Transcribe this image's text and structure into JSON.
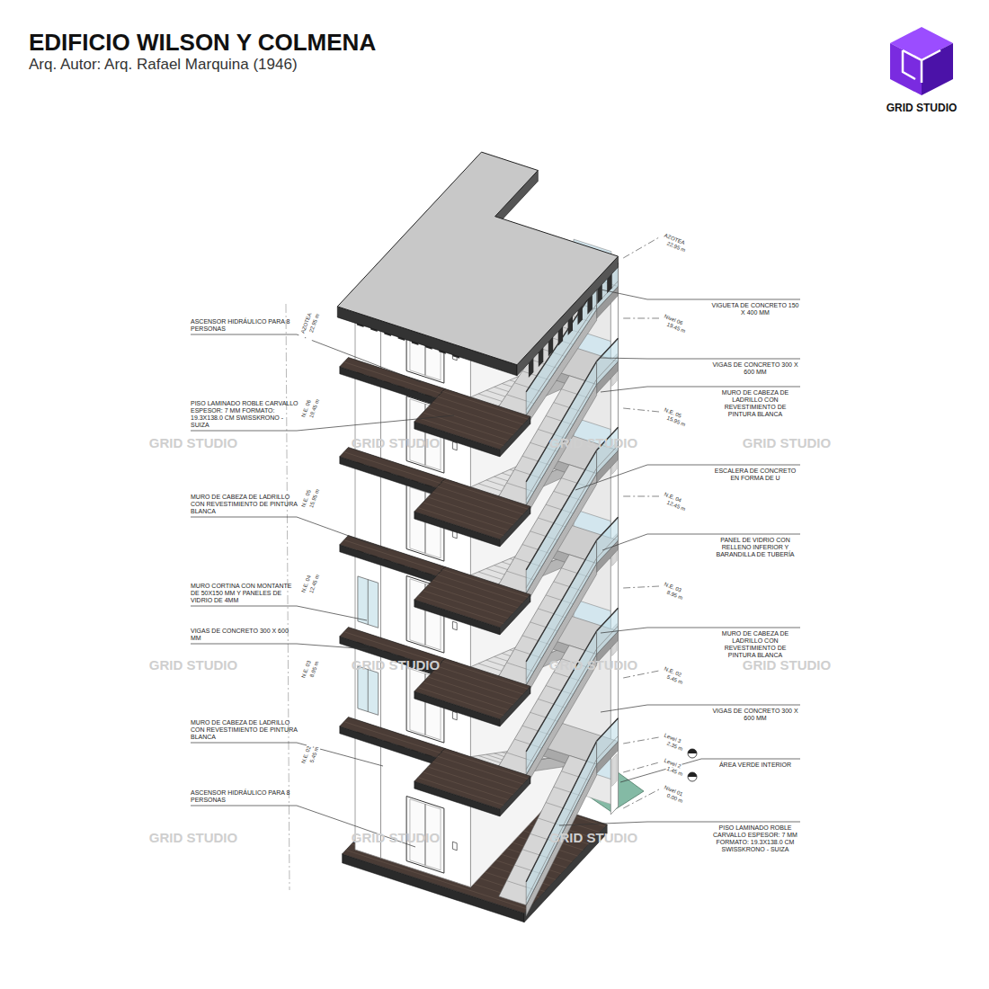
{
  "diagram": {
    "title": "EDIFICIO WILSON Y COLMENA",
    "labels": [
      "Arq. Autor: Arq. Rafael Marquina (1946)",
      "GRID STUDIO",
      "ASCENSOR HIDRÁULICO PARA 8 PERSONAS",
      "PISO LAMINADO ROBLE CARVALLO ESPESOR: 7 MM FORMATO: 19.3X138.0 CM SWISSKRONO - SUIZA",
      "MURO DE CABEZA DE LADRILLO CON REVESTIMIENTO DE PINTURA BLANCA",
      "MURO CORTINA CON MONTANTE DE 50X150 MM Y PANELES DE VIDRIO DE 4MM",
      "VIGAS DE CONCRETO 300 X 600 MM",
      "MURO DE CABEZA DE LADRILLO CON REVESTIMIENTO DE PINTURA BLANCA",
      "ASCENSOR HIDRÁULICO PARA 8 PERSONAS",
      "VIGUETA DE CONCRETO 150 X 400 MM",
      "VIGAS DE CONCRETO 300 X 600 MM",
      "MURO DE CABEZA DE LADRILLO CON REVESTIMIENTO DE PINTURA BLANCA",
      "ESCALERA DE CONCRETO EN FORMA DE U",
      "PANEL DE VIDRIO CON RELLENO INFERIOR Y BARANDILLA DE TUBERÍA",
      "MURO DE CABEZA DE LADRILLO CON REVESTIMIENTO DE PINTURA BLANCA",
      "VIGAS DE CONCRETO 300 X 600 MM",
      "ÁREA VERDE INTERIOR",
      "PISO LAMINADO ROBLE CARVALLO ESPESOR: 7 MM FORMATO: 19.3X138.0 CM SWISSKRONO - SUIZA",
      "AZOTEA",
      "22.95 m",
      "Nivel 06",
      "19.45 m",
      "N.E. 05",
      "15.95 m",
      "N.E. 04",
      "12.45 m",
      "N.E. 03",
      "8.95 m",
      "N.E. 02",
      "5.45 m",
      "Level 3",
      "2.35 m",
      "Level 2",
      "1.45 m",
      "Nivel 01",
      "0.00 m",
      "AZOTEA",
      "22.95 m",
      "N.E. 06",
      "19.45 m",
      "N.E. 05",
      "15.95 m",
      "N.E. 04",
      "12.45 m",
      "N.E. 03",
      "8.95 m",
      "N.E. 02",
      "5.45 m",
      "GRID STUDIO",
      "GRID STUDIO",
      "GRID STUDIO",
      "GRID STUDIO",
      "GRID STUDIO",
      "GRID STUDIO",
      "GRID STUDIO",
      "GRID STUDIO",
      "GRID STUDIO",
      "GRID STUDIO",
      "GRID STUDIO"
    ]
  }
}
